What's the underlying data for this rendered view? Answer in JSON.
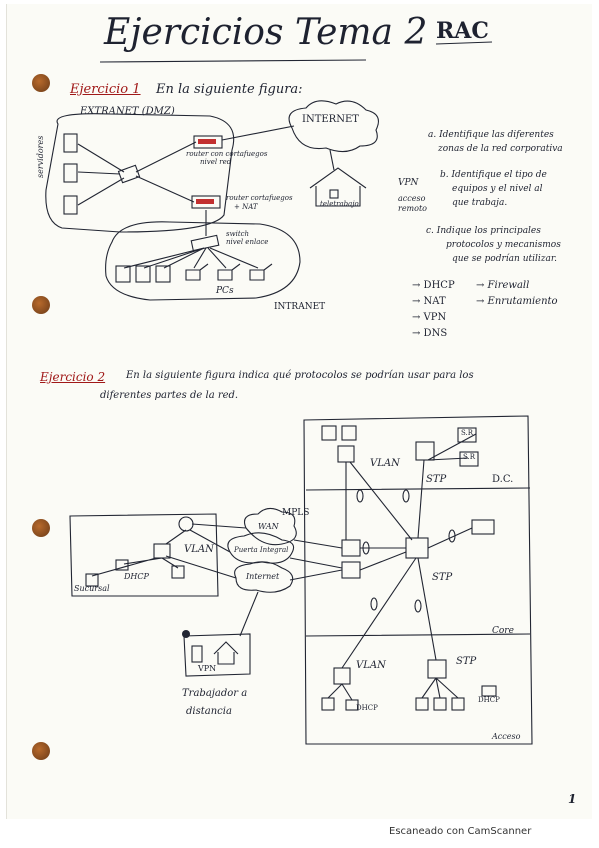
{
  "header": {
    "title": "Ejercicios Tema 2",
    "subject": "RAC"
  },
  "ex1": {
    "label": "Ejercicio 1",
    "intro": "En la siguiente figura:",
    "extranet": "EXTRANET (DMZ)",
    "internet": "INTERNET",
    "servidores": "servidores",
    "router1": [
      "router con cortafuegos",
      "nivel red"
    ],
    "router2": [
      "router cortafuegos",
      "+ NAT"
    ],
    "switch": [
      "switch",
      "nivel enlace"
    ],
    "pcs": "PCs",
    "intranet": "INTRANET",
    "teletrabajo": "teletrabajo",
    "vpn": "VPN",
    "acceso": [
      "acceso",
      "remoto"
    ],
    "questions": [
      [
        "a. Identifique las diferentes",
        "zonas de la red corporativa"
      ],
      [
        "b. Identifique el tipo de",
        "equipos y el nivel al",
        "que trabaja."
      ],
      [
        "c. Indique los principales",
        "protocolos y mecanismos",
        "que se podrían utilizar."
      ]
    ],
    "protocols_left": [
      "→ DHCP",
      "→ NAT",
      "→ VPN",
      "→ DNS"
    ],
    "protocols_right": [
      "→ Firewall",
      "→ Enrutamiento"
    ]
  },
  "ex2": {
    "label": "Ejercicio 2",
    "text": [
      "En la siguiente figura indica qué protocolos se podrían usar para los",
      "diferentes partes de la red."
    ],
    "labels": {
      "vlan1": "VLAN",
      "stp1": "STP",
      "dc": "D.C.",
      "sr1": "S.R",
      "sr2": "S.R",
      "mpls": "MPLS",
      "wan": "WAN",
      "puerto": "Puerta Integral",
      "internet": "Internet",
      "vlan2": "VLAN",
      "dhcp1": "DHCP",
      "sucursal": "Sucursal",
      "stp2": "STP",
      "core": "Core",
      "vlan3": "VLAN",
      "stp3": "STP",
      "dhcp2": "DHCP",
      "dhcp3": "DHCP",
      "acceso": "Acceso",
      "vpn": "VPN",
      "trabajador": [
        "Trabajador a",
        "distancia"
      ]
    }
  },
  "page_number": "1",
  "footer": "Escaneado con CamScanner"
}
